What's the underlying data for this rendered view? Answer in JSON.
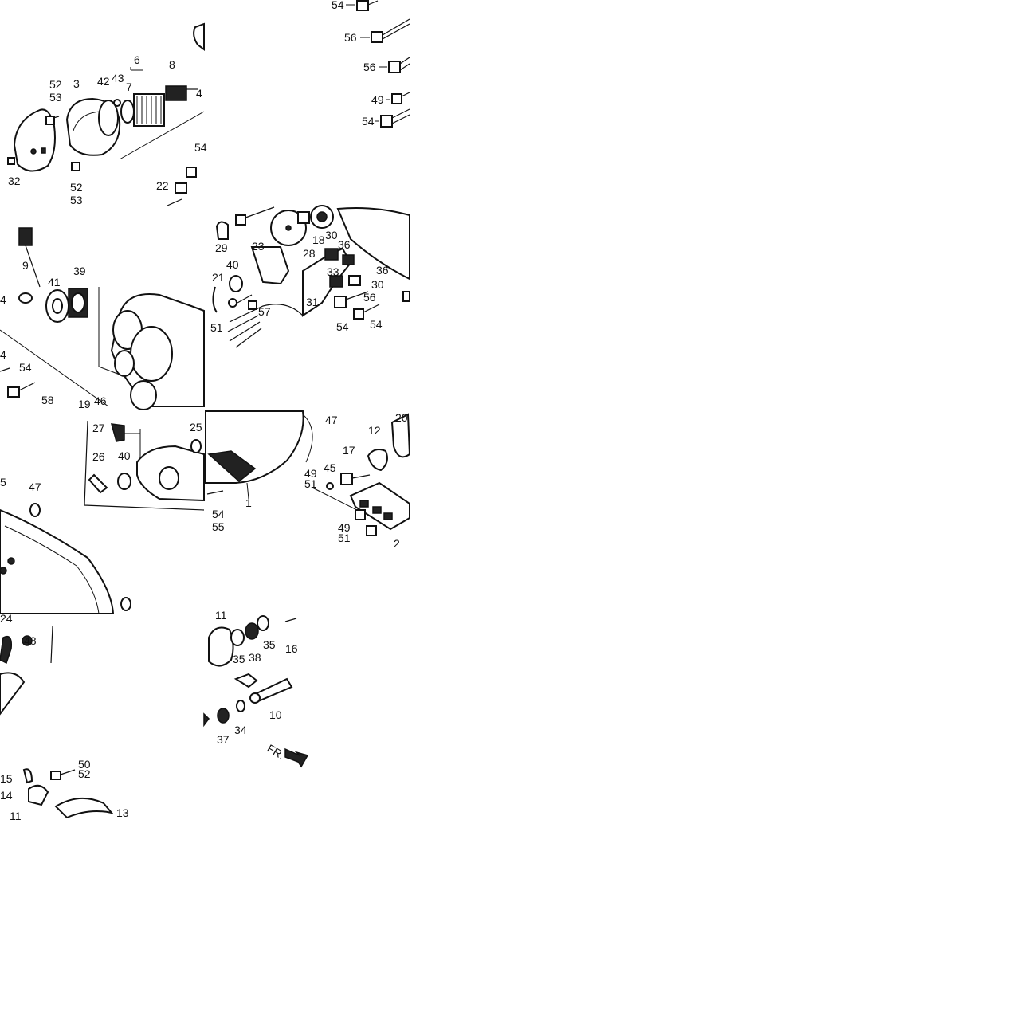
{
  "colors": {
    "ink": "#111111",
    "paper": "#ffffff"
  },
  "callouts": {
    "t1": [
      "54",
      "56",
      "56",
      "49",
      "54"
    ],
    "t0": [
      "6",
      "8",
      "52",
      "53",
      "3",
      "42",
      "43",
      "7",
      "4",
      "32",
      "52",
      "53",
      "54",
      "22"
    ],
    "m0": [
      "9",
      "39",
      "41",
      "4",
      "54",
      "4",
      "58",
      "19",
      "46"
    ],
    "m1": [
      "18",
      "30",
      "36",
      "29",
      "23",
      "28",
      "40",
      "36",
      "21",
      "33",
      "30",
      "56",
      "57",
      "31",
      "51",
      "54",
      "54"
    ],
    "b0": [
      "27",
      "25",
      "26",
      "40",
      "5",
      "47"
    ],
    "b1": [
      "47",
      "20",
      "12",
      "17",
      "45",
      "49",
      "51",
      "1",
      "54",
      "55",
      "49",
      "51",
      "2"
    ],
    "c0": [
      "24",
      "48",
      "50",
      "52",
      "15",
      "14",
      "11",
      "13"
    ],
    "c1": [
      "11",
      "35",
      "38",
      "35",
      "16",
      "10",
      "37",
      "34"
    ]
  },
  "front_marker": "FR."
}
